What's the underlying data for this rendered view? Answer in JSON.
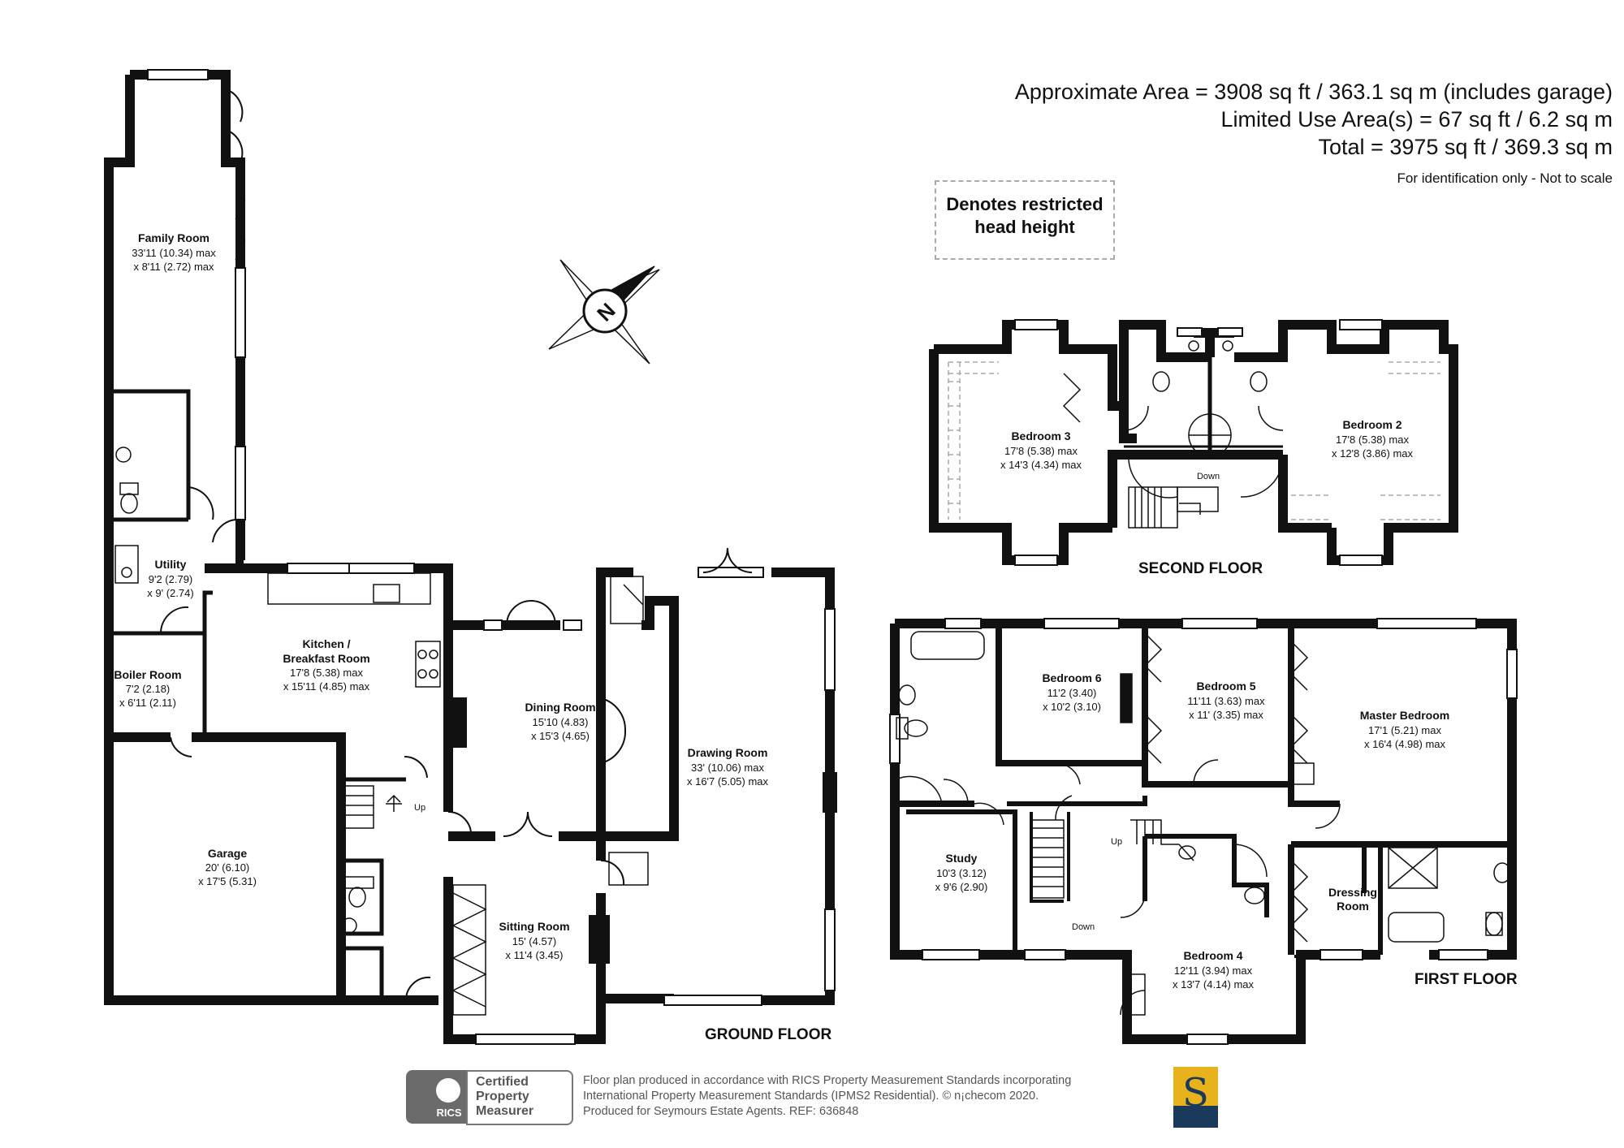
{
  "header": {
    "line1": "Approximate Area = 3908 sq ft / 363.1 sq m (includes garage)",
    "line2": "Limited Use Area(s) = 67 sq ft / 6.2 sq m",
    "line3": "Total = 3975 sq ft / 369.3 sq m",
    "note": "For identification only - Not to scale"
  },
  "legend": {
    "text": "Denotes restricted head height"
  },
  "compass": {
    "letter": "N"
  },
  "floors": {
    "ground": "GROUND FLOOR",
    "first": "FIRST FLOOR",
    "second": "SECOND FLOOR"
  },
  "rooms": {
    "family_room": {
      "name": "Family Room",
      "d1": "33'11 (10.34) max",
      "d2": "x 8'11 (2.72) max"
    },
    "utility": {
      "name": "Utility",
      "d1": "9'2 (2.79)",
      "d2": "x 9' (2.74)"
    },
    "boiler_room": {
      "name": "Boiler Room",
      "d1": "7'2 (2.18)",
      "d2": "x 6'11 (2.11)"
    },
    "garage": {
      "name": "Garage",
      "d1": "20' (6.10)",
      "d2": "x 17'5 (5.31)"
    },
    "kitchen": {
      "name": "Kitchen /",
      "name2": "Breakfast Room",
      "d1": "17'8 (5.38) max",
      "d2": "x 15'11 (4.85) max"
    },
    "dining_room": {
      "name": "Dining Room",
      "d1": "15'10 (4.83)",
      "d2": "x 15'3 (4.65)"
    },
    "sitting_room": {
      "name": "Sitting Room",
      "d1": "15' (4.57)",
      "d2": "x 11'4 (3.45)"
    },
    "drawing_room": {
      "name": "Drawing Room",
      "d1": "33' (10.06) max",
      "d2": "x 16'7 (5.05) max"
    },
    "bedroom3": {
      "name": "Bedroom 3",
      "d1": "17'8 (5.38) max",
      "d2": "x 14'3 (4.34) max"
    },
    "bedroom2": {
      "name": "Bedroom 2",
      "d1": "17'8 (5.38) max",
      "d2": "x 12'8 (3.86) max"
    },
    "bedroom6": {
      "name": "Bedroom 6",
      "d1": "11'2 (3.40)",
      "d2": "x 10'2 (3.10)"
    },
    "bedroom5": {
      "name": "Bedroom 5",
      "d1": "11'11 (3.63) max",
      "d2": "x 11' (3.35) max"
    },
    "master_bedroom": {
      "name": "Master Bedroom",
      "d1": "17'1 (5.21) max",
      "d2": "x 16'4 (4.98) max"
    },
    "study": {
      "name": "Study",
      "d1": "10'3 (3.12)",
      "d2": "x 9'6 (2.90)"
    },
    "bedroom4": {
      "name": "Bedroom 4",
      "d1": "12'11 (3.94) max",
      "d2": "x 13'7 (4.14) max"
    },
    "dressing_room": {
      "name": "Dressing",
      "name2": "Room"
    }
  },
  "stairs": {
    "up": "Up",
    "down": "Down"
  },
  "footer": {
    "line1": "Floor plan produced in accordance with RICS Property Measurement Standards incorporating",
    "line2": "International Property Measurement Standards (IPMS2 Residential).  © n¡checom 2020.",
    "line3": "Produced for Seymours Estate Agents.   REF:  636848",
    "rics": "RICS",
    "cpm1": "Certified",
    "cpm2": "Property",
    "cpm3": "Measurer",
    "logo": "S"
  }
}
